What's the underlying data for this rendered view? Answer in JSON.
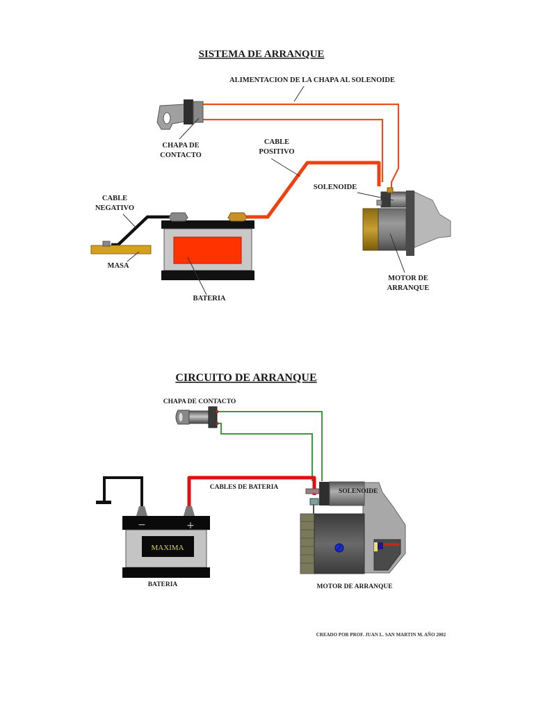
{
  "diagram_1": {
    "title": "SISTEMA DE ARRANQUE",
    "labels": {
      "feed": "ALIMENTACION DE LA CHAPA AL SOLENOIDE",
      "ignition_line1": "CHAPA DE",
      "ignition_line2": "CONTACTO",
      "positive_line1": "CABLE",
      "positive_line2": "POSITIVO",
      "negative_line1": "CABLE",
      "negative_line2": "NEGATIVO",
      "ground": "MASA",
      "battery": "BATERIA",
      "solenoid": "SOLENOIDE",
      "motor_line1": "MOTOR DE",
      "motor_line2": "ARRANQUE"
    },
    "colors": {
      "positive_cable": "#f04010",
      "feed_wire": "#e8501e",
      "negative_cable": "#111111",
      "battery_window": "#ff3300",
      "ground_plate": "#d4a020"
    }
  },
  "diagram_2": {
    "title": "CIRCUITO DE ARRANQUE",
    "labels": {
      "ignition": "CHAPA DE CONTACTO",
      "cables": "CABLES DE BATERIA",
      "solenoid": "SOLENOIDE",
      "battery": "BATERIA",
      "battery_brand": "MAXIMA",
      "minus": "−",
      "plus": "+",
      "motor": "MOTOR DE ARRANQUE"
    },
    "colors": {
      "control_wire": "#3a9a3a",
      "battery_cable": "#e01010",
      "ground_cable": "#111111"
    }
  },
  "credit": "CREADO POR PROF. JUAN L. SAN MARTIN M.   AÑO 2002"
}
